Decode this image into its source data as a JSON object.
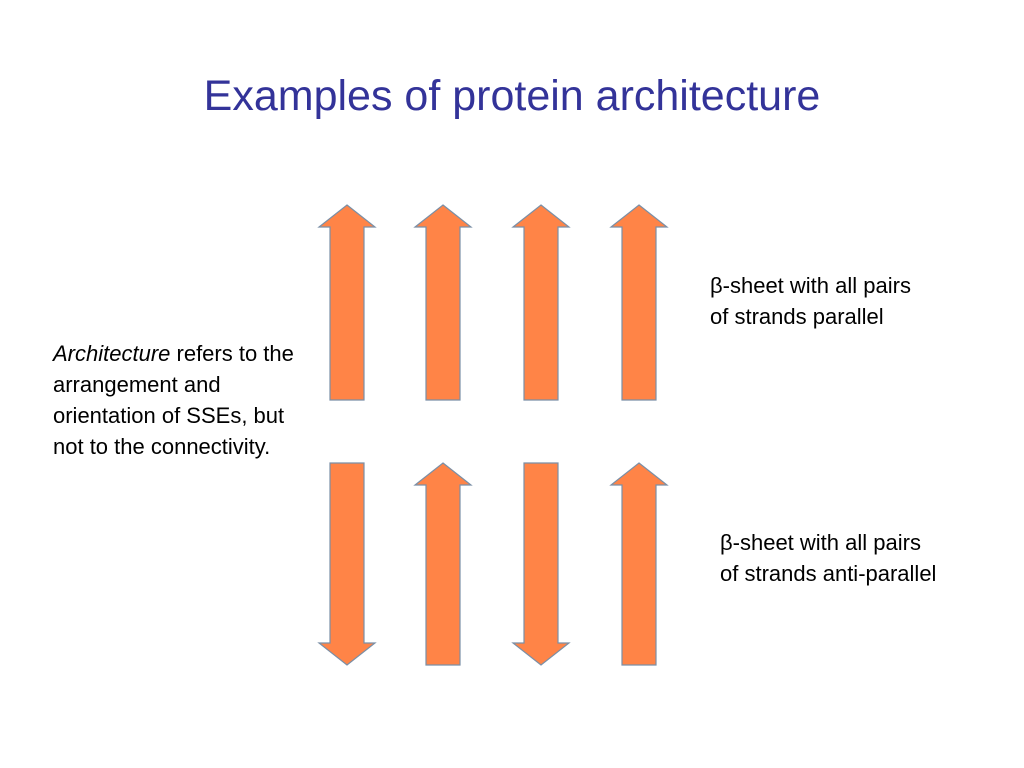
{
  "slide": {
    "title": "Examples of protein architecture",
    "description": {
      "italic_term": "Architecture",
      "rest": " refers to the arrangement and orientation of SSEs, but not to the connectivity."
    },
    "parallel_caption": {
      "line1": "β-sheet with all pairs",
      "line2": "of strands parallel"
    },
    "antiparallel_caption": {
      "line1": "β-sheet with all pairs",
      "line2": "of strands anti-parallel"
    }
  },
  "diagram": {
    "parallel_sheet": {
      "strands": [
        {
          "direction": "up"
        },
        {
          "direction": "up"
        },
        {
          "direction": "up"
        },
        {
          "direction": "up"
        }
      ]
    },
    "antiparallel_sheet": {
      "strands": [
        {
          "direction": "down"
        },
        {
          "direction": "up"
        },
        {
          "direction": "down"
        },
        {
          "direction": "up"
        }
      ]
    },
    "colors": {
      "strand_fill": "#ff8447",
      "strand_outline": "#7a8fa6",
      "title": "#333399"
    }
  }
}
